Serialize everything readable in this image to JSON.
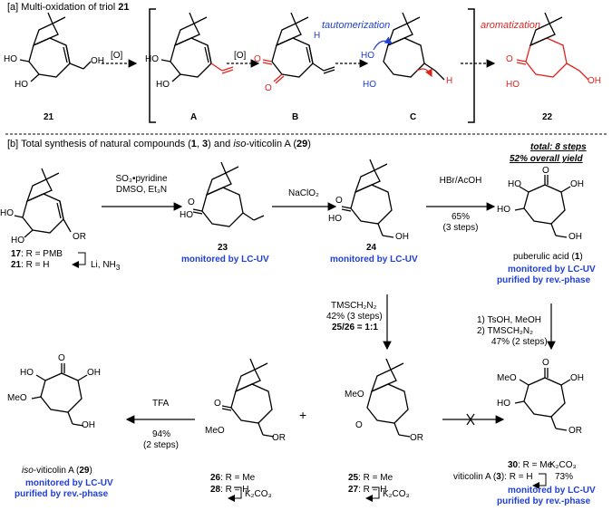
{
  "panel_a": {
    "header_prefix": "[a] Multi-oxidation of triol ",
    "header_num": "21",
    "compounds": [
      "21",
      "A",
      "B",
      "C",
      "22"
    ],
    "arrow_o1": "[O]",
    "arrow_o2": "[O]",
    "tautomerization": "tautomerization",
    "aromatization": "aromatization",
    "atoms": {
      "ho": "HO",
      "ho2": "HO",
      "oh": "OH",
      "o": "O",
      "h": "H",
      "hplus": "H"
    }
  },
  "panel_b": {
    "header_prefix": "[b] Total synthesis of natural compounds (",
    "header_n1": "1",
    "header_mid": ", ",
    "header_n2": "3",
    "header_mid2": ") and ",
    "header_iso": "iso",
    "header_suffix": "-viticolin A (",
    "header_n3": "29",
    "header_end": ")",
    "total_steps": "total: 8 steps",
    "overall_yield": "52% overall yield",
    "sm_17": "17",
    "sm_17_label": ": R = PMB",
    "sm_21": "21",
    "sm_21_label": ": R = H",
    "li_nh3": "Li, NH",
    "li_nh3_sub": "3",
    "or_label": "OR",
    "step1_line1": "SO₃•pyridine",
    "step1_line2": "DMSO, Et₃N",
    "step2": "NaClO₂",
    "step3_line1": "HBr/AcOH",
    "step3_line2": "65%",
    "step3_line3": "(3 steps)",
    "c23": "23",
    "c24": "24",
    "c1_name": "puberulic acid (",
    "c1_num": "1",
    "c1_end": ")",
    "monitored": "monitored by LC-UV",
    "purified": "purified by rev.-phase",
    "tms_line1": "TMSCH₂N₂",
    "tms_line2": "42% (3 steps)",
    "tms_line3": "25/26 = 1:1",
    "tsoh_line1": "1) TsOH, MeOH",
    "tsoh_line2": "2) TMSCH₂N₂",
    "tsoh_line3": "47% (2 steps)",
    "tfa_line1": "TFA",
    "tfa_line2": "94%",
    "tfa_line3": "(2 steps)",
    "plus": "+",
    "c26_label": ": R = Me",
    "c26": "26",
    "c28": "28",
    "c28_label": ": R = H",
    "c25": "25",
    "c25_label": ": R = Me",
    "c27": "27",
    "c27_label": ": R = H",
    "c30": "30",
    "c30_label": ": R = Me",
    "c3_name": "viticolin A (",
    "c3_num": "3",
    "c3_end": "): R = H",
    "k2co3": "K₂CO₃",
    "k2co3_yield": "73%",
    "c29_iso": "iso",
    "c29_name": "-viticolin A (",
    "c29_num": "29",
    "c29_end": ")",
    "atoms": {
      "ho": "HO",
      "oh": "OH",
      "meo": "MeO",
      "o": "O",
      "or": "OR",
      "oh2": "OH",
      "h": "H"
    }
  },
  "colors": {
    "blue": "#1f3fd6",
    "red": "#e0231e",
    "black": "#000000"
  }
}
